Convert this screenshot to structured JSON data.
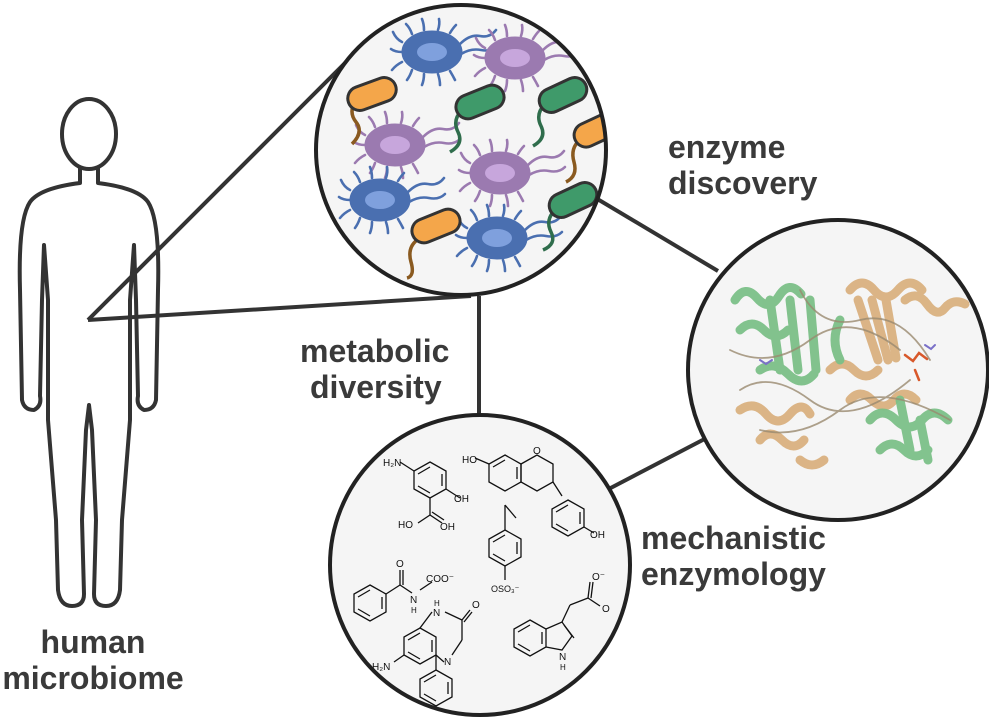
{
  "labels": {
    "human": [
      "human",
      "microbiome"
    ],
    "metabolic": [
      "metabolic",
      "diversity"
    ],
    "enzyme": [
      "enzyme",
      "discovery"
    ],
    "mechanistic": [
      "mechanistic",
      "enzymology"
    ]
  },
  "chemistry": {
    "h2n_1": "H₂N",
    "oh_1": "OH",
    "hooh": "HO",
    "oh_2": "OH",
    "ho_flav": "HO",
    "o_ring": "O",
    "oh_flav": "OH",
    "o_amide": "O",
    "n_h": "N",
    "h_sub": "H",
    "coo": "COO⁻",
    "oso3": "OSO₃⁻",
    "n_h_benzo": "N",
    "h_benzo": "H",
    "o_benzo": "O",
    "n_benzo": "N",
    "h2n_benzo": "H₂N",
    "o_minus": "O⁻",
    "o_indole": "O",
    "n_indole": "N",
    "h_indole": "H"
  },
  "colors": {
    "outline": "#333333",
    "circle_fill": "#f5f5f5",
    "bacillus_orange": "#f4a64a",
    "bacillus_green": "#3f9a6a",
    "flagellum_brown": "#8a5a20",
    "cell_blue": "#4a6fb0",
    "cell_purple": "#9b7ab0",
    "protein_green": "#8ccc94",
    "protein_tan": "#e3c299"
  }
}
